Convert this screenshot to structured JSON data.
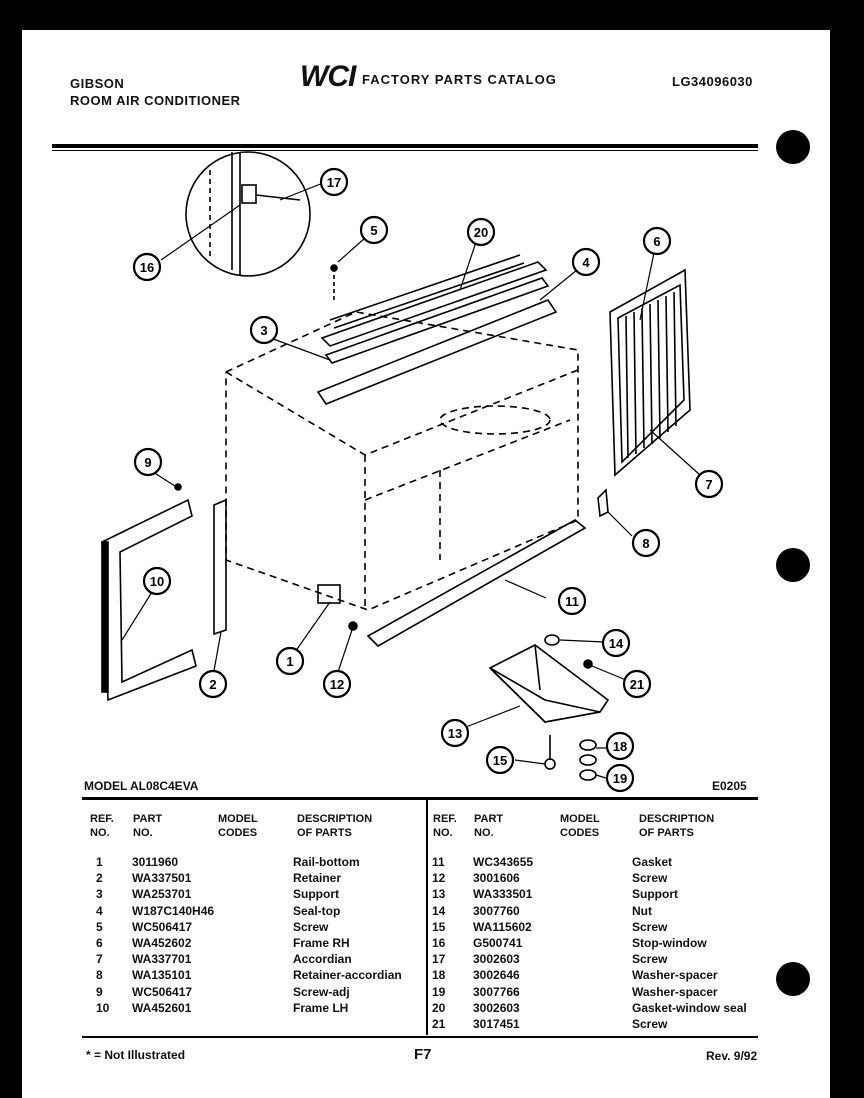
{
  "header": {
    "brand": "GIBSON",
    "product": "ROOM AIR CONDITIONER",
    "logo": "WCI",
    "catalog_title": "FACTORY PARTS CATALOG",
    "catalog_number": "LG34096030"
  },
  "model_line": {
    "model": "MODEL AL08C4EVA",
    "code": "E0205"
  },
  "table": {
    "headers": {
      "ref": [
        "REF.",
        "NO."
      ],
      "part": [
        "PART",
        "NO."
      ],
      "model": [
        "MODEL",
        "CODES"
      ],
      "desc": [
        "DESCRIPTION",
        "OF PARTS"
      ]
    },
    "left": [
      {
        "ref": "1",
        "part": "3011960",
        "desc": "Rail-bottom"
      },
      {
        "ref": "2",
        "part": "WA337501",
        "desc": "Retainer"
      },
      {
        "ref": "3",
        "part": "WA253701",
        "desc": "Support"
      },
      {
        "ref": "4",
        "part": "W187C140H46",
        "desc": "Seal-top"
      },
      {
        "ref": "5",
        "part": "WC506417",
        "desc": "Screw"
      },
      {
        "ref": "6",
        "part": "WA452602",
        "desc": "Frame RH"
      },
      {
        "ref": "7",
        "part": "WA337701",
        "desc": "Accordian"
      },
      {
        "ref": "8",
        "part": "WA135101",
        "desc": "Retainer-accordian"
      },
      {
        "ref": "9",
        "part": "WC506417",
        "desc": "Screw-adj"
      },
      {
        "ref": "10",
        "part": "WA452601",
        "desc": "Frame LH"
      }
    ],
    "right": [
      {
        "ref": "11",
        "part": "WC343655",
        "desc": "Gasket"
      },
      {
        "ref": "12",
        "part": "3001606",
        "desc": "Screw"
      },
      {
        "ref": "13",
        "part": "WA333501",
        "desc": "Support"
      },
      {
        "ref": "14",
        "part": "3007760",
        "desc": "Nut"
      },
      {
        "ref": "15",
        "part": "WA115602",
        "desc": "Screw"
      },
      {
        "ref": "16",
        "part": "G500741",
        "desc": "Stop-window"
      },
      {
        "ref": "17",
        "part": "3002603",
        "desc": "Screw"
      },
      {
        "ref": "18",
        "part": "3002646",
        "desc": "Washer-spacer"
      },
      {
        "ref": "19",
        "part": "3007766",
        "desc": "Washer-spacer"
      },
      {
        "ref": "20",
        "part": "3002603",
        "desc": "Gasket-window seal"
      },
      {
        "ref": "21",
        "part": "3017451",
        "desc": "Screw"
      }
    ]
  },
  "footer": {
    "note": "* = Not Illustrated",
    "page": "F7",
    "revision": "Rev. 9/92"
  },
  "callouts": [
    "1",
    "2",
    "3",
    "4",
    "5",
    "6",
    "7",
    "8",
    "9",
    "10",
    "11",
    "12",
    "13",
    "14",
    "15",
    "16",
    "17",
    "18",
    "19",
    "20",
    "21"
  ]
}
